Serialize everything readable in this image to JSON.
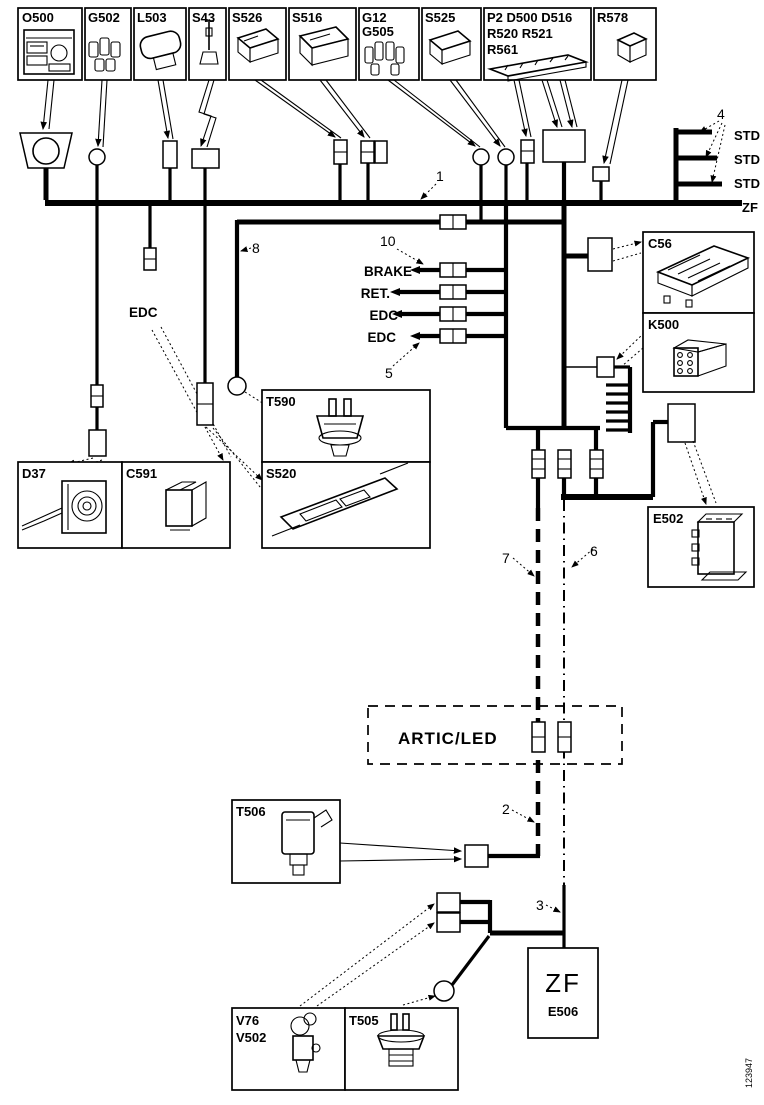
{
  "diagram": {
    "title_hidden": "",
    "top_boxes": [
      {
        "label": "O500"
      },
      {
        "label": "G502"
      },
      {
        "label": "L503"
      },
      {
        "label": "S43"
      },
      {
        "label": "S526"
      },
      {
        "label": "S516"
      },
      {
        "label": "G12",
        "label2": "G505"
      },
      {
        "label": "S525"
      },
      {
        "label": "P2 D500 D516",
        "label2": "R520 R521",
        "label3": "R561"
      },
      {
        "label": "R578"
      }
    ],
    "callouts": {
      "c1": "1",
      "c2": "2",
      "c3": "3",
      "c4": "4",
      "c5": "5",
      "c6": "6",
      "c7": "7",
      "c8": "8",
      "c10": "10"
    },
    "bus_labels": {
      "std1": "STD",
      "std2": "STD",
      "std3": "STD",
      "zf": "ZF"
    },
    "branch_labels": {
      "brake": "BRAKE",
      "ret": "RET.",
      "edc1": "EDC",
      "edc2": "EDC",
      "edc_left": "EDC"
    },
    "artic_label": "ARTIC/LED",
    "component_boxes": {
      "d37": "D37",
      "c591": "C591",
      "t590": "T590",
      "s520": "S520",
      "c56": "C56",
      "k500": "K500",
      "e502": "E502",
      "t506": "T506",
      "v76": "V76",
      "v502": "V502",
      "t505": "T505",
      "zf_main": "ZF",
      "zf_sub": "E506"
    },
    "figure_number": "123947",
    "colors": {
      "ink": "#000000",
      "paper": "#ffffff"
    }
  }
}
